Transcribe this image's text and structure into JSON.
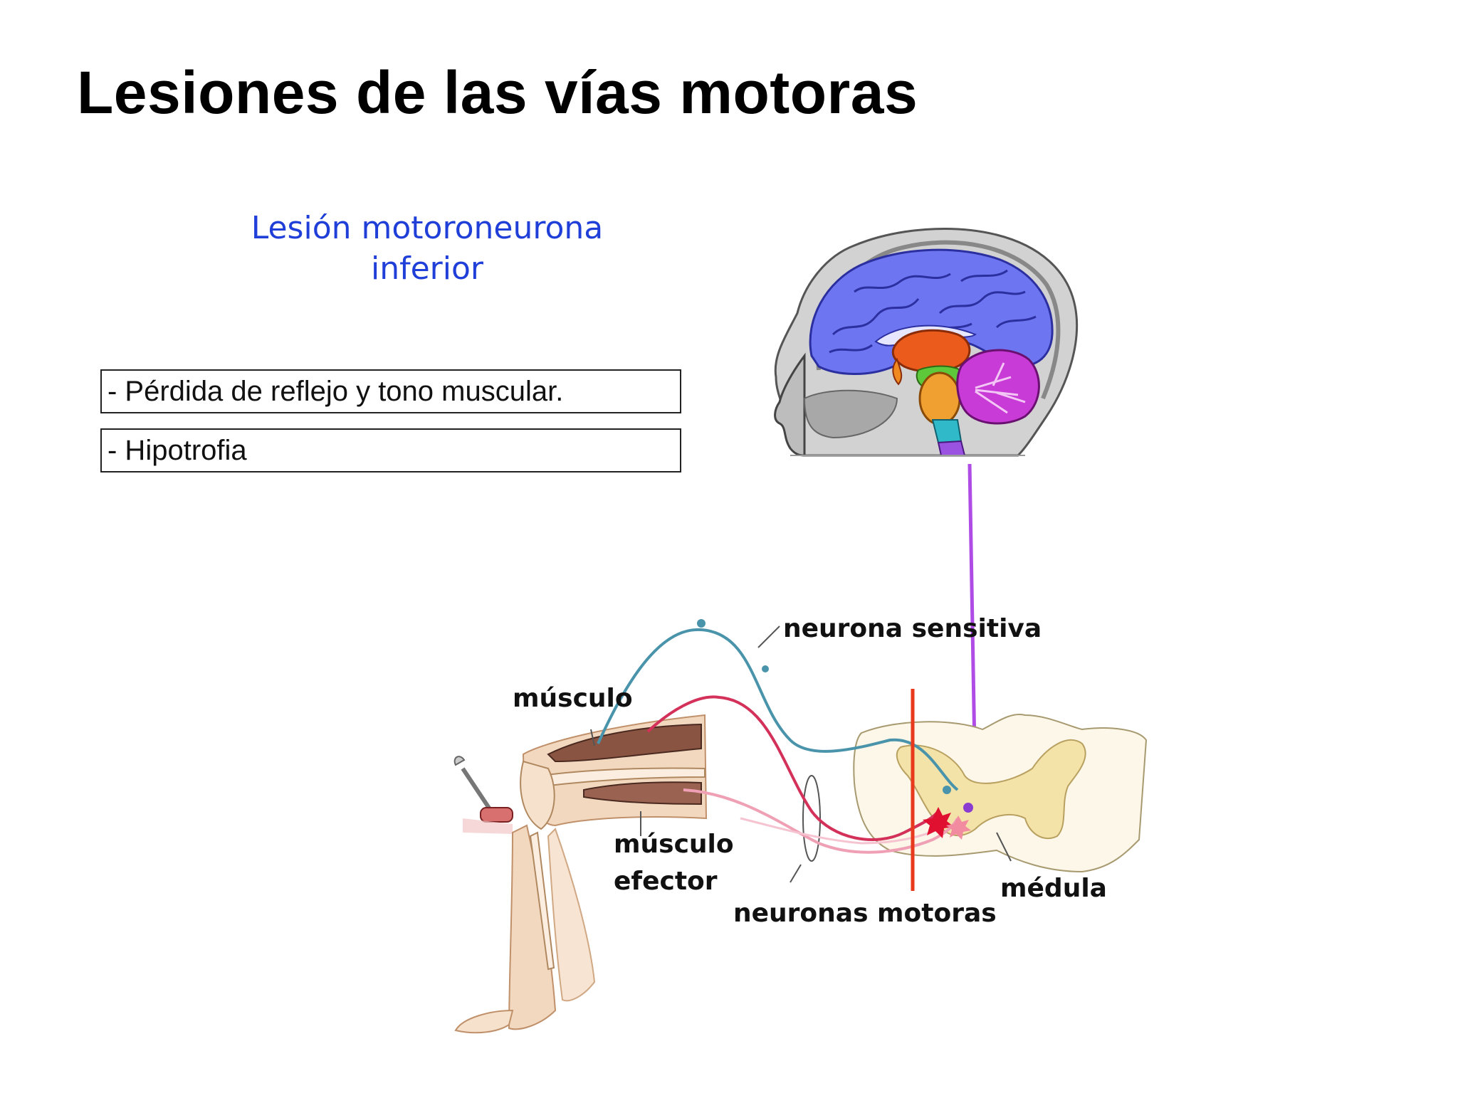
{
  "slide": {
    "title": "Lesiones de las vías motoras",
    "subtitle_line1": "Lesión motoroneurona",
    "subtitle_line2": "inferior",
    "boxes": [
      "- Pérdida de reflejo y tono muscular.",
      "- Hipotrofia"
    ]
  },
  "diagram": {
    "labels": {
      "sensory_neuron": "neurona sensitiva",
      "muscle": "músculo",
      "effector_muscle_line1": "músculo",
      "effector_muscle_line2": "efector",
      "motor_neurons": "neuronas motoras",
      "spinal_cord": "médula"
    }
  },
  "colors": {
    "subtitle": "#1f3fd8",
    "cerebrum": "#6d75f0",
    "cerebellum": "#c93bd6",
    "brainstem": "#9a52e0",
    "thalamus": "#ea5b1c",
    "lesion_line": "#e8391c",
    "pointer_arrow": "#b04ce6",
    "sensory_path": "#4a94ab",
    "motor_path": "#d3315a"
  }
}
